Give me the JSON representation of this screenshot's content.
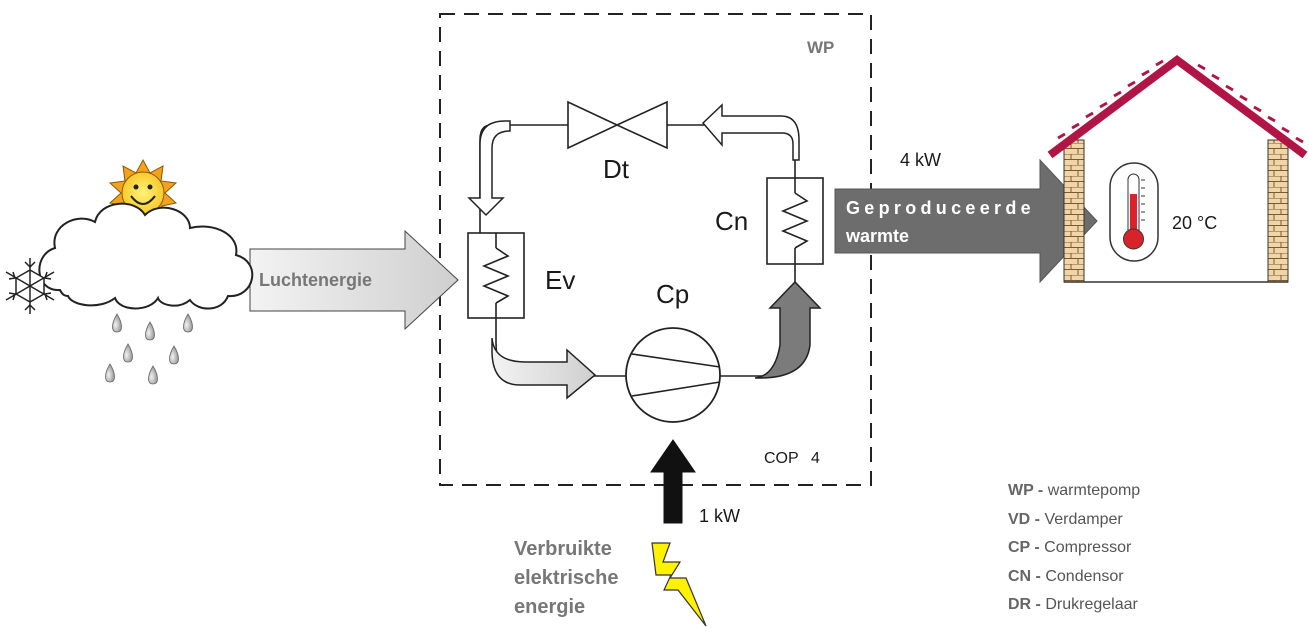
{
  "wp_box": {
    "label": "WP",
    "cop_label": "COP",
    "cop_value": "4"
  },
  "components": {
    "dt": "Dt",
    "cn": "Cn",
    "ev": "Ev",
    "cp": "Cp"
  },
  "arrows": {
    "air_energy": "Luchtenergie",
    "heat_produced_line1": "Geproduceerde",
    "heat_produced_line2": "warmte",
    "heat_power": "4 kW",
    "electric_power": "1 kW",
    "electric_line1": "Verbruikte",
    "electric_line2": "elektrische",
    "electric_line3": "energie"
  },
  "house": {
    "temperature": "20 °C"
  },
  "legend": [
    {
      "key": "WP -",
      "value": "warmtepomp"
    },
    {
      "key": "VD -",
      "value": "Verdamper"
    },
    {
      "key": "CP -",
      "value": "Compressor"
    },
    {
      "key": "CN -",
      "value": "Condensor"
    },
    {
      "key": "DR -",
      "value": "Drukregelaar"
    }
  ],
  "colors": {
    "roof": "#b01545",
    "brick": "#f2d5a6",
    "thermo_red": "#d8232a",
    "sun": "#f4a21d",
    "bolt": "#fff200",
    "heat_arrow": "#6d6d6d"
  }
}
